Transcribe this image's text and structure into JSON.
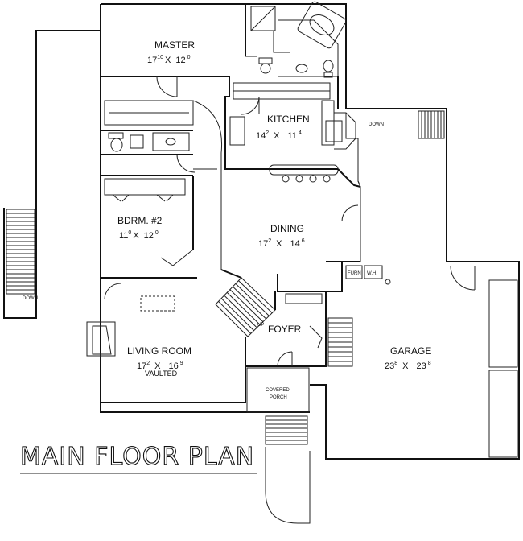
{
  "title": "MAIN FLOOR PLAN",
  "rooms": {
    "master": {
      "name": "MASTER",
      "ft1": "17",
      "in1": "10",
      "ft2": "12",
      "in2": "0"
    },
    "kitchen": {
      "name": "KITCHEN",
      "ft1": "14",
      "in1": "2",
      "ft2": "11",
      "in2": "4"
    },
    "bedroom2": {
      "name": "BDRM. #2",
      "ft1": "11",
      "in1": "0",
      "ft2": "12",
      "in2": "0"
    },
    "dining": {
      "name": "DINING",
      "ft1": "17",
      "in1": "2",
      "ft2": "14",
      "in2": "6"
    },
    "living": {
      "name": "LIVING ROOM",
      "ft1": "17",
      "in1": "2",
      "ft2": "16",
      "in2": "9",
      "note": "VAULTED"
    },
    "foyer": {
      "name": "FOYER"
    },
    "garage": {
      "name": "GARAGE",
      "ft1": "23",
      "in1": "8",
      "ft2": "23",
      "in2": "8"
    }
  },
  "porch": {
    "line1": "COVERED",
    "line2": "PORCH"
  },
  "stair_labels": {
    "down_left": "DOWN",
    "down_right": "DOWN",
    "up": "UP"
  },
  "equipment": {
    "furnace": "FURN",
    "water_heater": "W.H."
  },
  "separator": "X"
}
